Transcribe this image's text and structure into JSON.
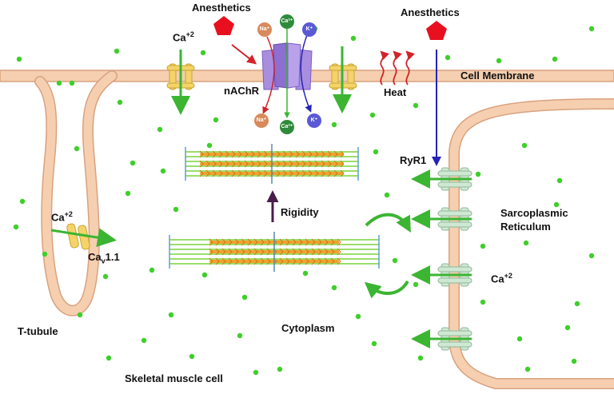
{
  "labels": {
    "anesthetics_left": "Anesthetics",
    "anesthetics_right": "Anesthetics",
    "ca_top_base": "Ca",
    "ca_top_sup": "+2",
    "nachr": "nAChR",
    "heat": "Heat",
    "cell_membrane": "Cell Membrane",
    "ryr1": "RyR1",
    "rigidity": "Rigidity",
    "sarcoplasmic": "Sarcoplasmic",
    "reticulum": "Reticulum",
    "ca_left_base": "Ca",
    "ca_left_sup": "+2",
    "cav_base": "Ca",
    "cav_sub": "v",
    "cav_rest": "1.1",
    "ca_right_base": "Ca",
    "ca_right_sup": "+2",
    "t_tubule": "T-tubule",
    "cytoplasm": "Cytoplasm",
    "skeletal": "Skeletal muscle cell"
  },
  "ions": {
    "na_top": "Na⁺",
    "ca_top": "Ca²⁺",
    "k_top": "K⁺",
    "na_bottom": "Na⁺",
    "ca_bottom": "Ca²⁺",
    "k_bottom": "K⁺"
  },
  "colors": {
    "membrane": "#f5cfb0",
    "membrane_edge": "#d9a27f",
    "calcium_dot": "#3ecf2a",
    "green_arrow": "#3bb532",
    "anesthetic": "#e8101e",
    "blue_arrow": "#2323b8",
    "channel_yellow": "#f5d36a",
    "nachr_purple": "#a98ee0",
    "ryr1_green": "#cfe8d3",
    "filament_orange": "#f0a030",
    "filament_green": "#7ad23c",
    "rigidity_arrow": "#4a1e4a",
    "heat_red": "#d2232a"
  }
}
